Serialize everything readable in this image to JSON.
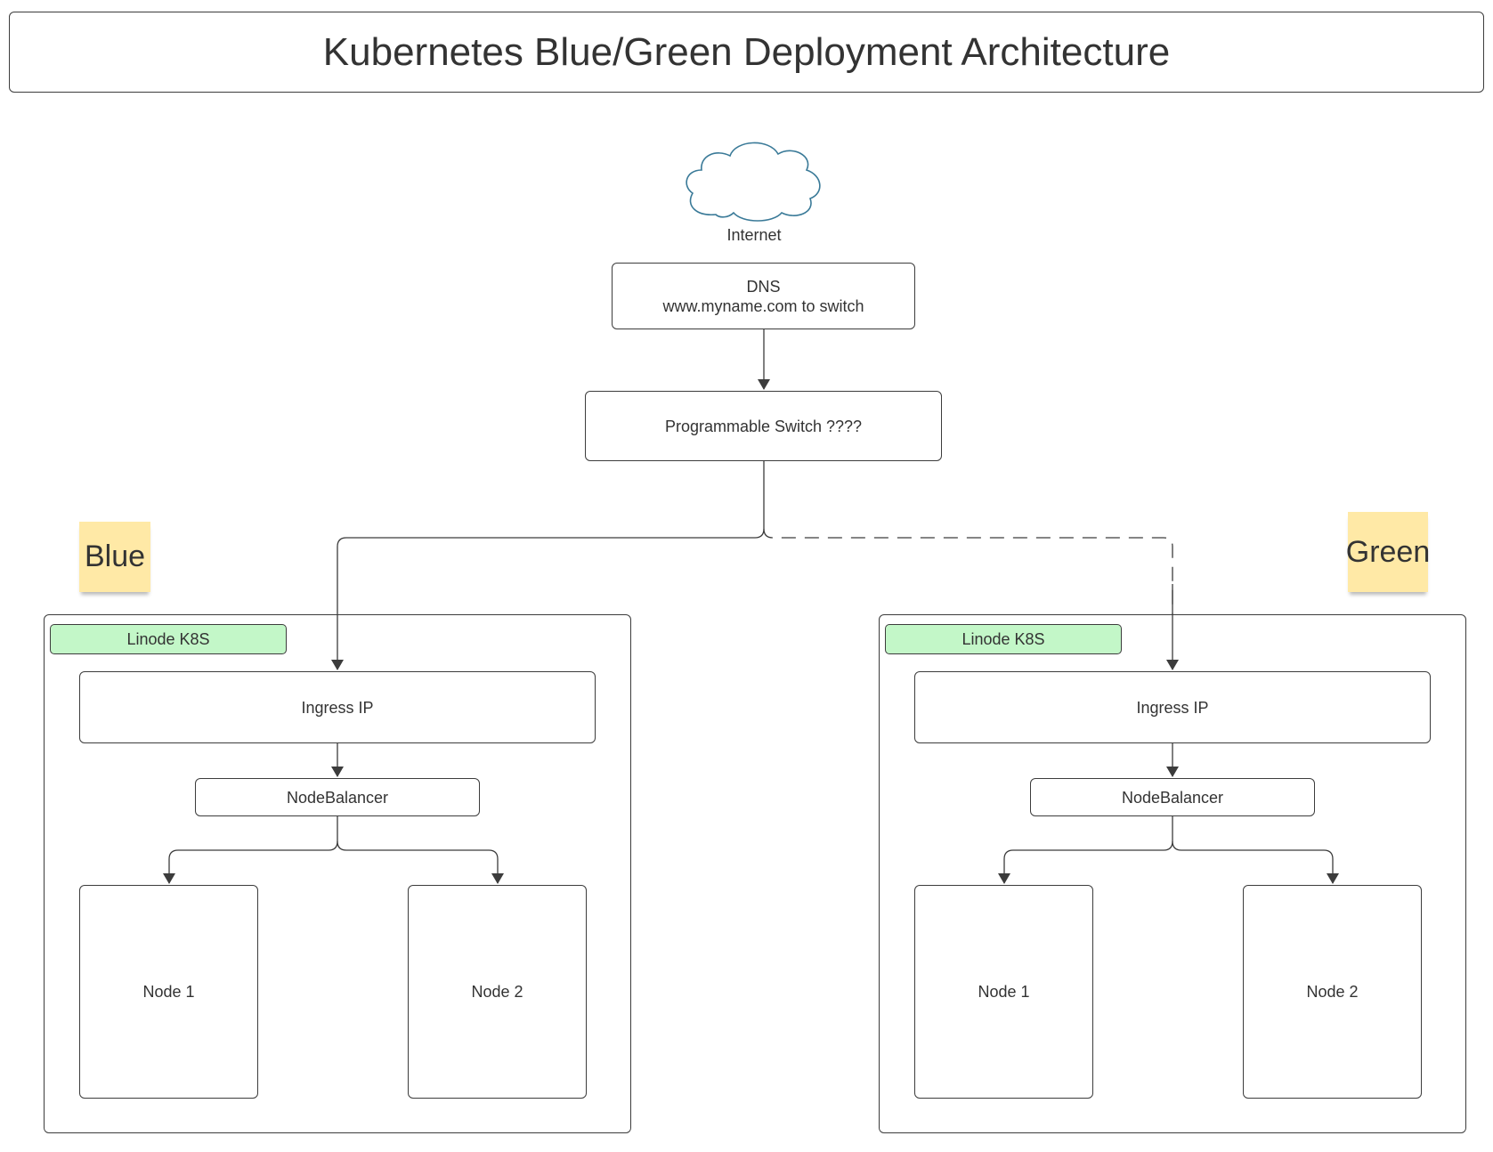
{
  "title": "Kubernetes Blue/Green Deployment Architecture",
  "internet": {
    "label": "Internet",
    "icon": "cloud-icon"
  },
  "dns": {
    "line1": "DNS",
    "line2": "www.myname.com to switch"
  },
  "switch": {
    "label": "Programmable Switch ????"
  },
  "blue": {
    "sticky": "Blue",
    "cluster_tag": "Linode K8S",
    "ingress": "Ingress IP",
    "balancer": "NodeBalancer",
    "node1": "Node 1",
    "node2": "Node 2"
  },
  "green": {
    "sticky": "Green",
    "cluster_tag": "Linode K8S",
    "ingress": "Ingress IP",
    "balancer": "NodeBalancer",
    "node1": "Node 1",
    "node2": "Node 2"
  },
  "colors": {
    "sticky": "#ffe9a6",
    "k8s_tag": "#c3f7c8",
    "cloud_stroke": "#3a7a98",
    "line": "#3c3c3c"
  }
}
